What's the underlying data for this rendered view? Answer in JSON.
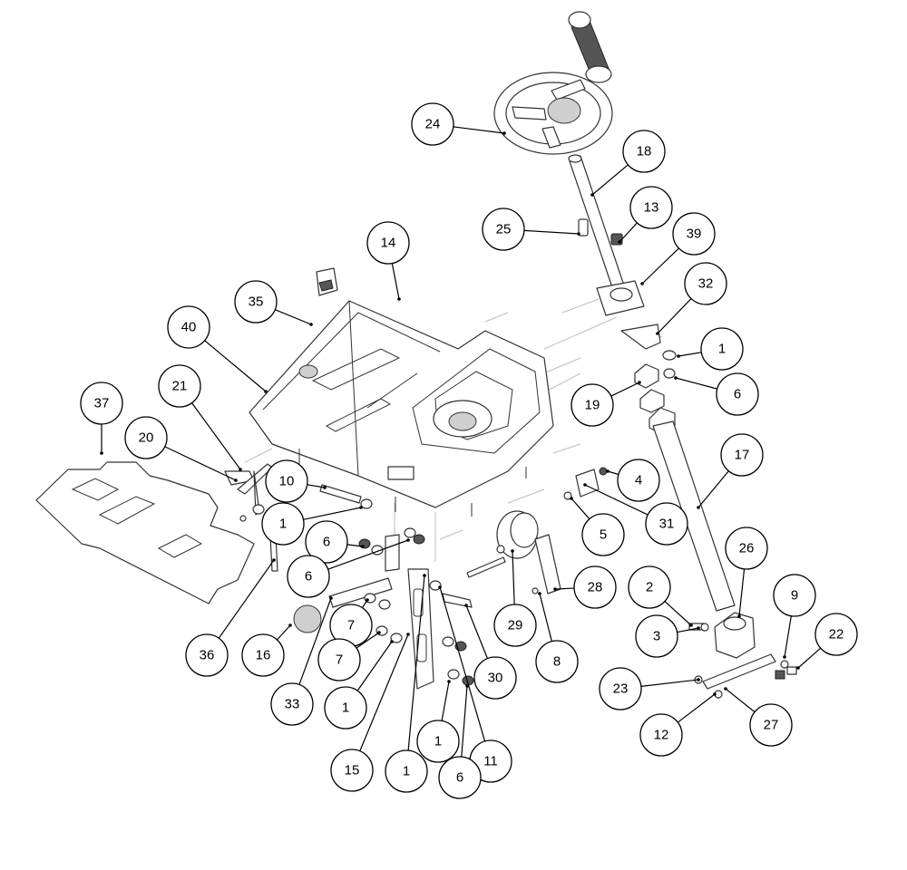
{
  "callouts": [
    {
      "label": "24"
    },
    {
      "label": "18"
    },
    {
      "label": "13"
    },
    {
      "label": "25"
    },
    {
      "label": "39"
    },
    {
      "label": "14"
    },
    {
      "label": "35"
    },
    {
      "label": "32"
    },
    {
      "label": "40"
    },
    {
      "label": "1"
    },
    {
      "label": "21"
    },
    {
      "label": "19"
    },
    {
      "label": "6"
    },
    {
      "label": "37"
    },
    {
      "label": "20"
    },
    {
      "label": "17"
    },
    {
      "label": "10"
    },
    {
      "label": "4"
    },
    {
      "label": "1"
    },
    {
      "label": "31"
    },
    {
      "label": "5"
    },
    {
      "label": "6"
    },
    {
      "label": "6"
    },
    {
      "label": "28"
    },
    {
      "label": "26"
    },
    {
      "label": "2"
    },
    {
      "label": "9"
    },
    {
      "label": "7"
    },
    {
      "label": "29"
    },
    {
      "label": "22"
    },
    {
      "label": "3"
    },
    {
      "label": "8"
    },
    {
      "label": "36"
    },
    {
      "label": "16"
    },
    {
      "label": "7"
    },
    {
      "label": "30"
    },
    {
      "label": "23"
    },
    {
      "label": "33"
    },
    {
      "label": "1"
    },
    {
      "label": "27"
    },
    {
      "label": "12"
    },
    {
      "label": "1"
    },
    {
      "label": "11"
    },
    {
      "label": "15"
    },
    {
      "label": "1"
    },
    {
      "label": "6"
    }
  ]
}
